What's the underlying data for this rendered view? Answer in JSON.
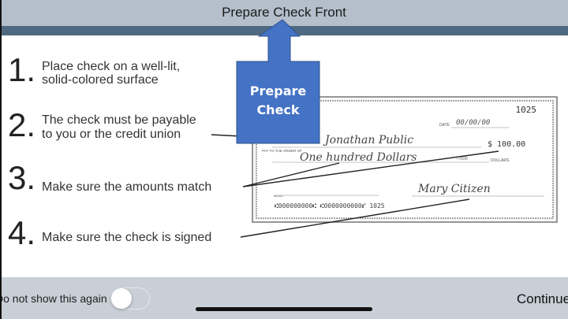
{
  "header": {
    "title": "Prepare Check Front"
  },
  "steps": [
    {
      "number": "1.",
      "lines": [
        "Place check on a well-lit,",
        "solid-colored surface"
      ]
    },
    {
      "number": "2.",
      "lines": [
        "The check must be payable",
        "to you or the credit union"
      ]
    },
    {
      "number": "3.",
      "lines": [
        "Make sure the amounts match"
      ]
    },
    {
      "number": "4.",
      "lines": [
        "Make sure the check is signed"
      ]
    }
  ],
  "callout": {
    "line1": "Prepare",
    "line2": "Check",
    "color": "#4472c4"
  },
  "check": {
    "number": "1025",
    "date_label": "DATE",
    "date": "00/00/00",
    "pay_to_label": "PAY TO THE ORDER OF",
    "payee": "Jonathan Public",
    "amount": "$ 100.00",
    "written_amount": "One hundred Dollars",
    "fraction": "—/100",
    "dollars_label": "DOLLARS",
    "memo_label": "MEMO",
    "signature": "Mary Citizen",
    "micr": "⑆000000000⑆ ⑆0000000000⑈ 1025"
  },
  "footer": {
    "do_not_show_label": "Do not show this again",
    "do_not_show_on": false,
    "continue_label": "Continue"
  }
}
